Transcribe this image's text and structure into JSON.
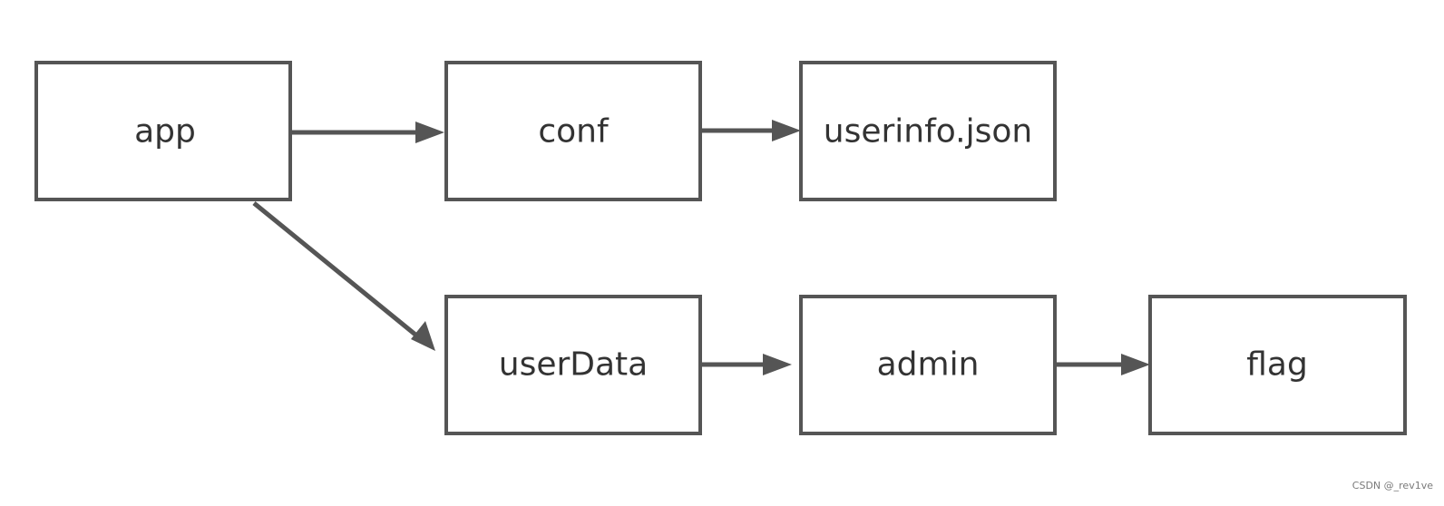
{
  "diagram": {
    "nodes": [
      {
        "id": "app",
        "label": "app"
      },
      {
        "id": "conf",
        "label": "conf"
      },
      {
        "id": "userinfo",
        "label": "userinfo.json"
      },
      {
        "id": "userData",
        "label": "userData"
      },
      {
        "id": "admin",
        "label": "admin"
      },
      {
        "id": "flag",
        "label": "flag"
      }
    ],
    "edges": [
      {
        "from": "app",
        "to": "conf"
      },
      {
        "from": "conf",
        "to": "userinfo"
      },
      {
        "from": "app",
        "to": "userData"
      },
      {
        "from": "userData",
        "to": "admin"
      },
      {
        "from": "admin",
        "to": "flag"
      }
    ]
  },
  "watermark": "CSDN @_rev1ve",
  "colors": {
    "stroke": "#555555",
    "text": "#333333",
    "background": "#ffffff"
  }
}
